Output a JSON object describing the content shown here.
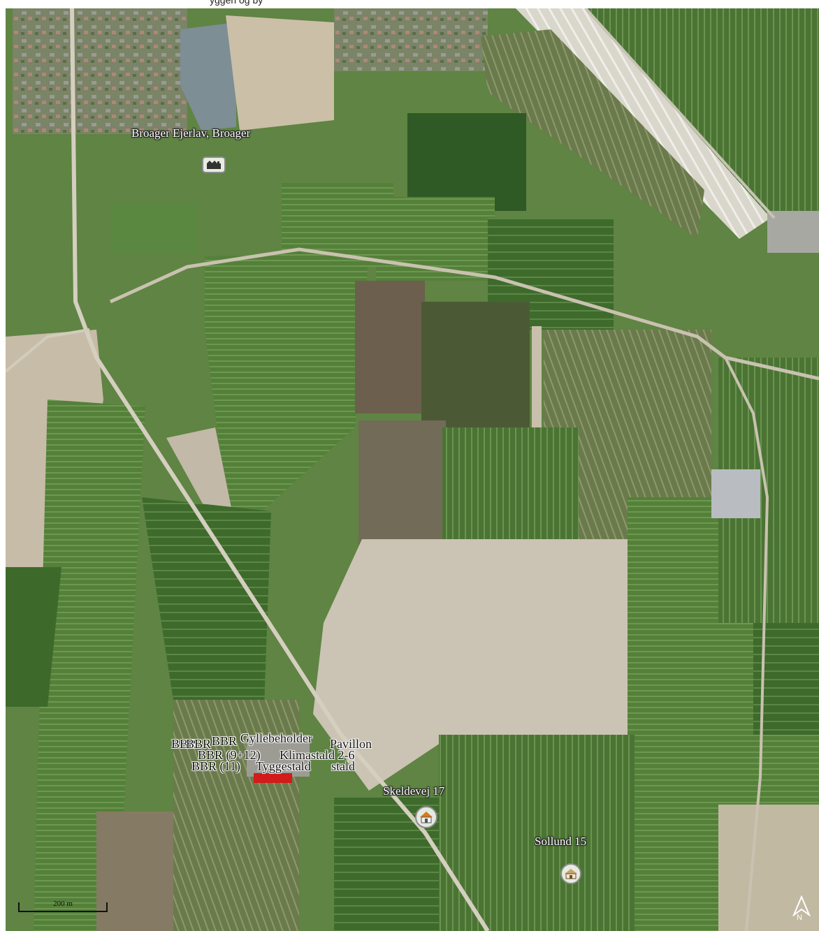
{
  "header": {
    "partial_text": "yggeri og by"
  },
  "map": {
    "labels": {
      "broager": "Broager Ejerlav, Broager",
      "skeldevej": "Skeldevej 17",
      "sollund": "Sollund 15"
    },
    "overlapping_labels": [
      "BBR",
      "BBR",
      "BBR",
      "Gyllebeholder",
      "Pavillon",
      "BBR (9+12)",
      "Klimastald 2-6",
      "BBR (11)",
      "Tyggestald",
      "stald"
    ],
    "icons": {
      "broager": "town-icon",
      "skeldevej": "house-icon",
      "sollund": "farmhouse-icon"
    },
    "scale_label": "200 m",
    "north_label": "N",
    "colors": {
      "field_light": "#c9bfae",
      "field_green": "#5c8a3e",
      "road": "#d8d2c4"
    }
  }
}
